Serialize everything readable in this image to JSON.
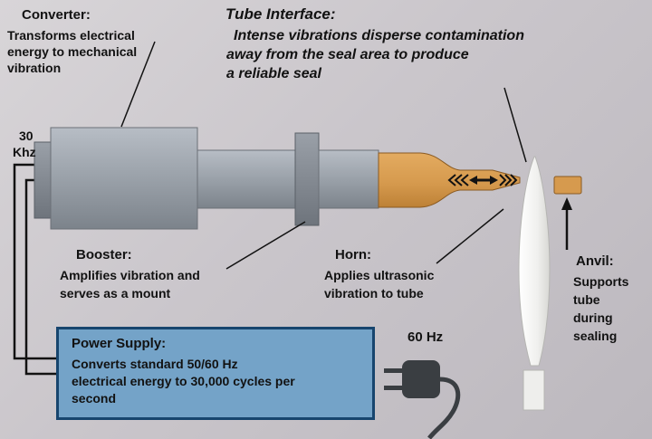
{
  "colors": {
    "background": "#cac6cb",
    "metal_gray": "#9aa1a9",
    "horn_orange": "#d69a4e",
    "power_supply_blue": "#74a3c8",
    "power_supply_border": "#17456e",
    "tube_white": "#f2f2f0",
    "line_black": "#121212"
  },
  "frequency_label": {
    "value": "30",
    "unit": "Khz"
  },
  "converter": {
    "title": "Converter:",
    "lines": [
      "Transforms electrical",
      "energy to mechanical",
      "vibration"
    ]
  },
  "tube_interface": {
    "title": "Tube Interface:",
    "lines": [
      "Intense vibrations disperse contamination",
      "away from the seal area to produce",
      "a reliable seal"
    ]
  },
  "booster": {
    "title": "Booster:",
    "lines": [
      "Amplifies vibration and",
      "serves as a mount"
    ]
  },
  "horn": {
    "title": "Horn:",
    "lines": [
      "Applies ultrasonic",
      "vibration to tube"
    ]
  },
  "anvil": {
    "title": "Anvil:",
    "lines": [
      "Supports",
      "tube",
      "during",
      "sealing"
    ]
  },
  "power_supply": {
    "title": "Power Supply:",
    "lines": [
      "Converts standard 50/60 Hz",
      "electrical energy to 30,000 cycles per",
      "second"
    ]
  },
  "plug_frequency": "60 Hz"
}
